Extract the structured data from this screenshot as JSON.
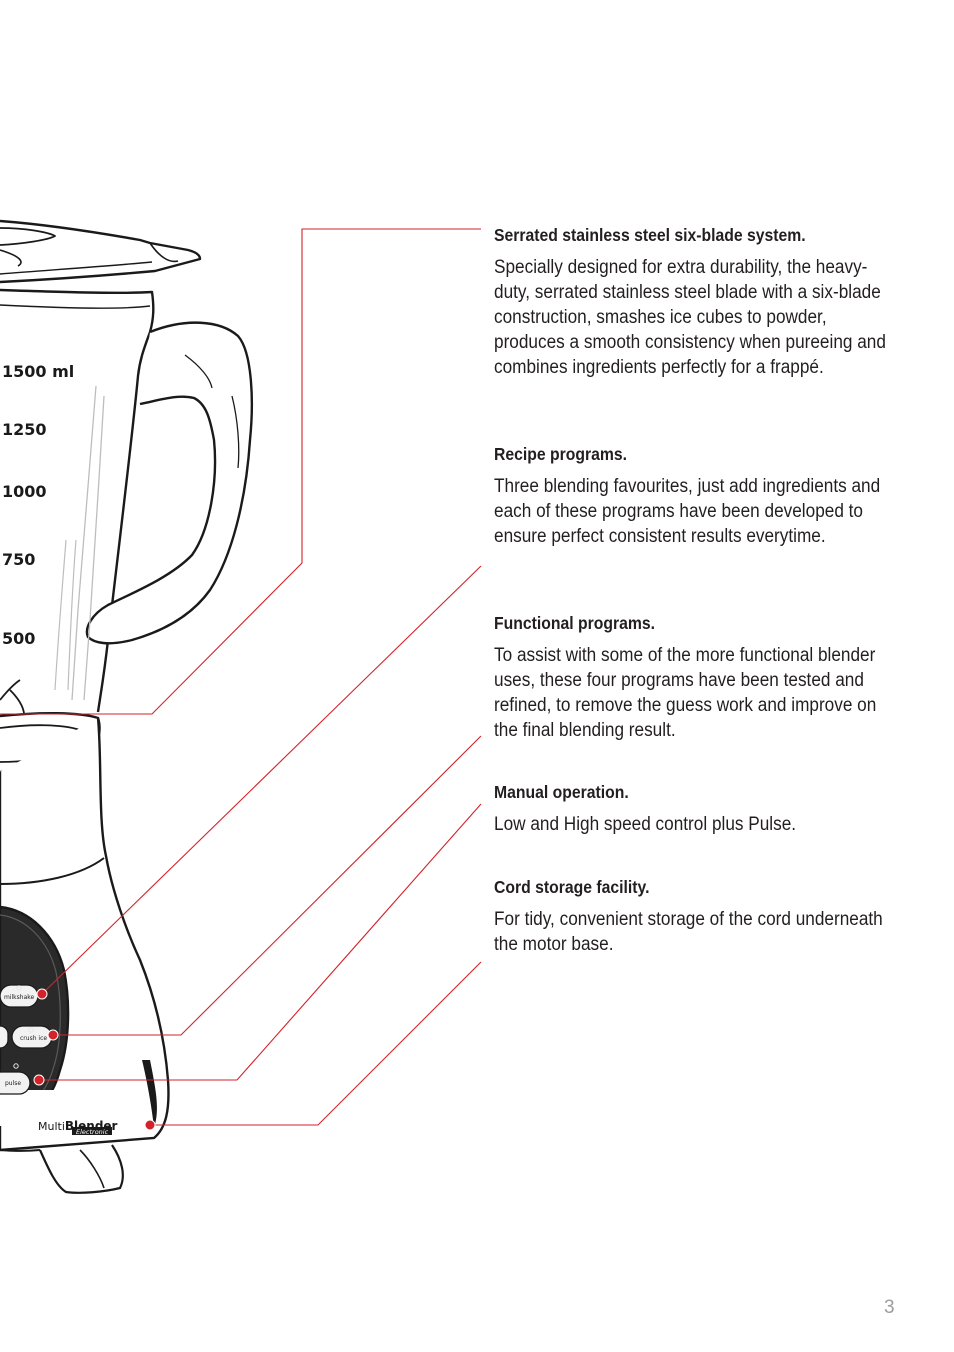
{
  "page_number": "3",
  "features": [
    {
      "title": "Serrated stainless steel six-blade system.",
      "body": "Specially designed for extra durability, the heavy-duty, serrated stainless steel blade with a six-blade construction, smashes ice cubes to powder, produces a smooth consistency when pureeing and combines ingredients perfectly for a frappé."
    },
    {
      "title": "Recipe programs.",
      "body": "Three blending favourites, just add ingredients and each of these programs have been developed to ensure perfect consistent results everytime."
    },
    {
      "title": "Functional programs.",
      "body": "To assist with some of the more functional blender uses, these four programs have been tested and refined, to remove the guess work and improve on the final blending result."
    },
    {
      "title": "Manual operation.",
      "body": "Low and High speed control plus Pulse."
    },
    {
      "title": "Cord storage facility.",
      "body": "For tidy, convenient storage of the cord underneath the motor base."
    }
  ],
  "illustration": {
    "volume_marks": [
      "1500 ml",
      "1250",
      "1000",
      "750",
      "500"
    ],
    "buttons": [
      "milkshake",
      "crush ice",
      "pulse"
    ],
    "brand": {
      "prefix": "Multi",
      "name": "Blender",
      "sub": "Electronic"
    }
  },
  "colors": {
    "callout_line": "#d2232a",
    "text": "#231f20",
    "page_number": "#9d9d9d"
  }
}
